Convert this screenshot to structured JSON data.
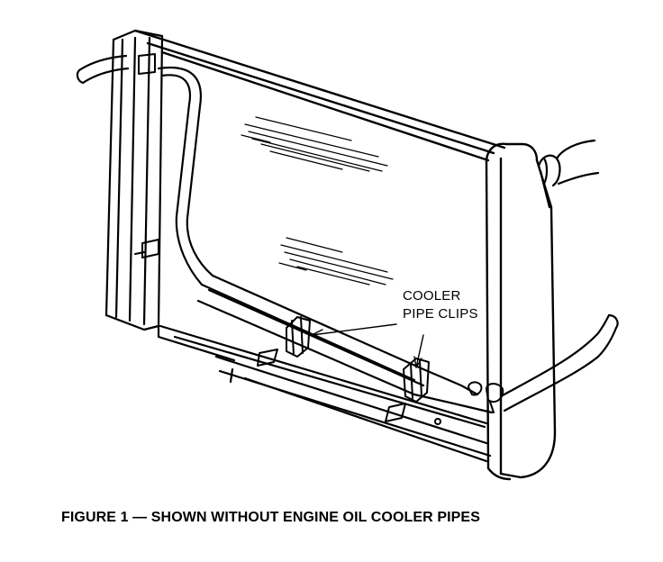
{
  "figure": {
    "callout": {
      "line1": "COOLER",
      "line2": "PIPE CLIPS"
    },
    "caption": "FIGURE 1  —  SHOWN WITHOUT ENGINE OIL COOLER PIPES"
  },
  "colors": {
    "ink": "#000000",
    "paper": "#ffffff"
  }
}
